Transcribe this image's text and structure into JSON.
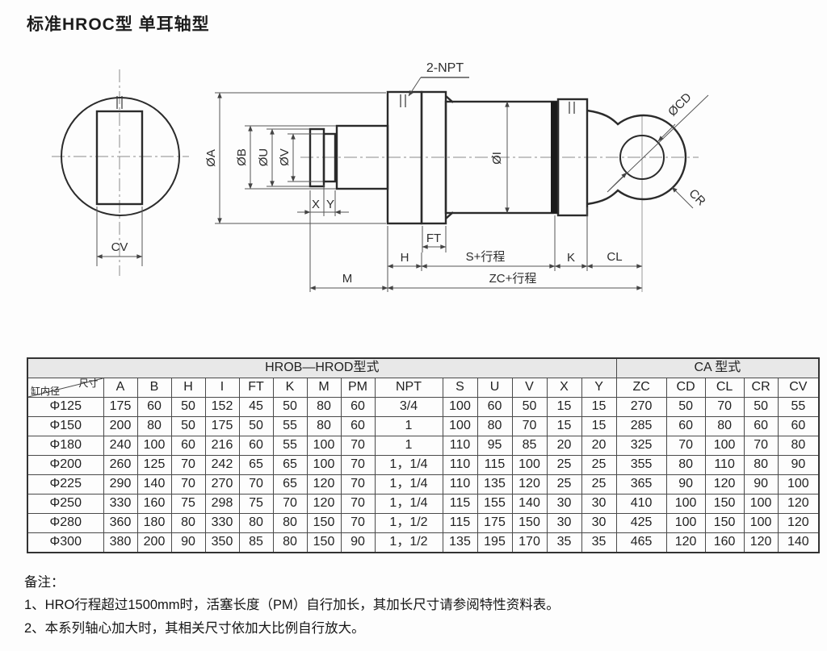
{
  "title": "标准HROC型 单耳轴型",
  "drawing": {
    "port_label": "2-NPT",
    "dim_labels": {
      "phi_a": "ØA",
      "phi_b": "ØB",
      "phi_u": "ØU",
      "phi_v": "ØV",
      "phi_i": "ØI",
      "phi_cd": "ØCD",
      "cr": "CR",
      "cv": "CV",
      "x": "X",
      "y": "Y",
      "ft": "FT",
      "h": "H",
      "s_plus_stroke": "S+行程",
      "k": "K",
      "cl": "CL",
      "m": "M",
      "zc_plus_stroke": "ZC+行程"
    }
  },
  "table": {
    "group_headers": [
      {
        "label": "HROB—HROD型式",
        "colspan": 15
      },
      {
        "label": "CA 型式",
        "colspan": 5
      }
    ],
    "corner": {
      "size_label": "尺寸",
      "bore_label": "缸内径"
    },
    "columns": [
      "A",
      "B",
      "H",
      "I",
      "FT",
      "K",
      "M",
      "PM",
      "NPT",
      "S",
      "U",
      "V",
      "X",
      "Y",
      "ZC",
      "CD",
      "CL",
      "CR",
      "CV"
    ],
    "rows": [
      {
        "bore": "Φ125",
        "values": [
          "175",
          "60",
          "50",
          "152",
          "45",
          "50",
          "80",
          "60",
          "3/4",
          "100",
          "60",
          "50",
          "15",
          "15",
          "270",
          "50",
          "70",
          "50",
          "55"
        ]
      },
      {
        "bore": "Φ150",
        "values": [
          "200",
          "80",
          "50",
          "175",
          "50",
          "55",
          "80",
          "60",
          "1",
          "100",
          "80",
          "70",
          "15",
          "15",
          "285",
          "60",
          "80",
          "60",
          "60"
        ]
      },
      {
        "bore": "Φ180",
        "values": [
          "240",
          "100",
          "60",
          "216",
          "60",
          "55",
          "100",
          "70",
          "1",
          "110",
          "95",
          "85",
          "20",
          "20",
          "325",
          "70",
          "100",
          "70",
          "80"
        ]
      },
      {
        "bore": "Φ200",
        "values": [
          "260",
          "125",
          "70",
          "242",
          "65",
          "65",
          "100",
          "70",
          "1，1/4",
          "110",
          "115",
          "100",
          "25",
          "25",
          "355",
          "80",
          "110",
          "80",
          "90"
        ]
      },
      {
        "bore": "Φ225",
        "values": [
          "290",
          "140",
          "70",
          "270",
          "70",
          "65",
          "120",
          "70",
          "1，1/4",
          "110",
          "135",
          "120",
          "25",
          "25",
          "365",
          "90",
          "120",
          "90",
          "100"
        ]
      },
      {
        "bore": "Φ250",
        "values": [
          "330",
          "160",
          "75",
          "298",
          "75",
          "70",
          "120",
          "70",
          "1，1/4",
          "115",
          "155",
          "140",
          "30",
          "30",
          "410",
          "100",
          "150",
          "100",
          "120"
        ]
      },
      {
        "bore": "Φ280",
        "values": [
          "360",
          "180",
          "80",
          "330",
          "80",
          "80",
          "150",
          "70",
          "1，1/2",
          "115",
          "175",
          "150",
          "30",
          "30",
          "425",
          "100",
          "150",
          "100",
          "120"
        ]
      },
      {
        "bore": "Φ300",
        "values": [
          "380",
          "200",
          "90",
          "350",
          "85",
          "80",
          "150",
          "90",
          "1，1/2",
          "135",
          "195",
          "170",
          "35",
          "35",
          "465",
          "120",
          "160",
          "120",
          "140"
        ]
      }
    ]
  },
  "notes": {
    "heading": "备注：",
    "items": [
      "1、HRO行程超过1500mm时，活塞长度（PM）自行加长，其加长尺寸请参阅特性资料表。",
      "2、本系列轴心加大时，其相关尺寸依加大比例自行放大。"
    ]
  }
}
